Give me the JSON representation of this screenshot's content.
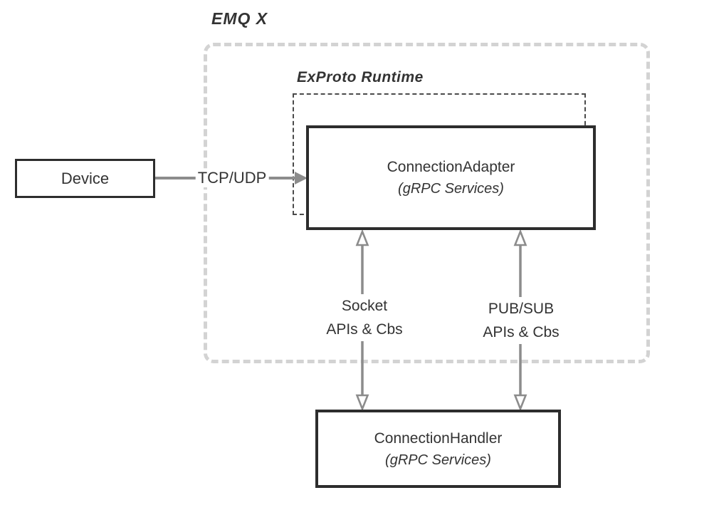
{
  "diagram": {
    "outer_container": {
      "label": "EMQ X"
    },
    "runtime_container": {
      "label": "ExProto Runtime"
    },
    "nodes": {
      "device": {
        "label": "Device"
      },
      "connection_adapter": {
        "title": "ConnectionAdapter",
        "subtitle": "(gRPC Services)"
      },
      "connection_handler": {
        "title": "ConnectionHandler",
        "subtitle": "(gRPC Services)"
      }
    },
    "edges": {
      "tcp_udp": {
        "label": "TCP/UDP",
        "from": "device",
        "to": "connection_adapter",
        "direction": "right",
        "style": "solid-gray"
      },
      "socket": {
        "line1": "Socket",
        "line2": "APIs & Cbs",
        "from": "connection_adapter",
        "to": "connection_handler",
        "direction": "both",
        "style": "open-head-gray"
      },
      "pubsub": {
        "line1": "PUB/SUB",
        "line2": "APIs & Cbs",
        "from": "connection_adapter",
        "to": "connection_handler",
        "direction": "both",
        "style": "open-head-gray"
      }
    },
    "colors": {
      "dark": "#2d2d2d",
      "arrow": "#8c8c8c",
      "lightdash": "#d3d3d3",
      "thindash": "#4a4a4a",
      "text": "#333333"
    }
  }
}
